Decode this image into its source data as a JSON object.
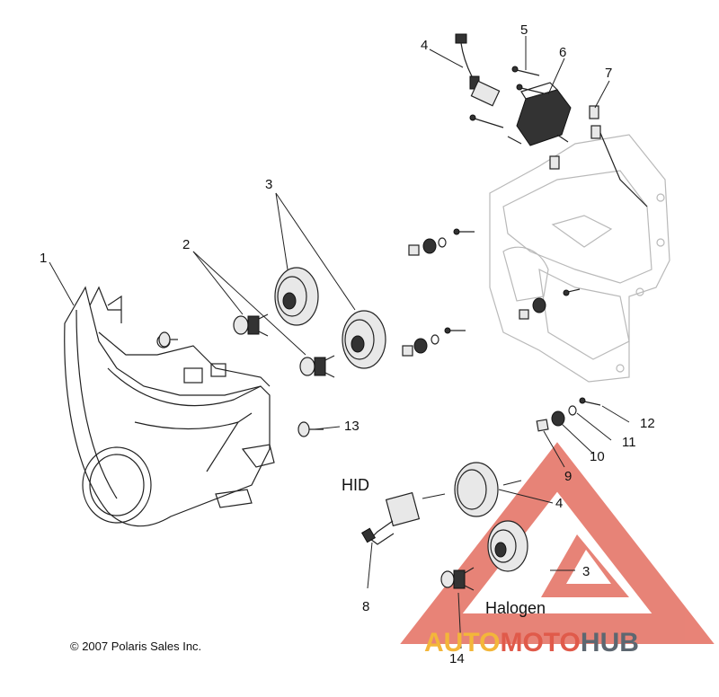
{
  "callouts": {
    "c1": "1",
    "c2": "2",
    "c3a": "3",
    "c3b": "3",
    "c4a": "4",
    "c4b": "4",
    "c5": "5",
    "c6": "6",
    "c7": "7",
    "c8": "8",
    "c9": "9",
    "c10": "10",
    "c11": "11",
    "c12": "12",
    "c13": "13",
    "c14": "14"
  },
  "sections": {
    "hid": "HID",
    "halogen": "Halogen"
  },
  "copyright": "© 2007 Polaris Sales Inc.",
  "watermark": {
    "part1": "AUTO",
    "part2": "MOTO",
    "part3": "HUB"
  },
  "colors": {
    "watermark_red": "#e05a4a",
    "watermark_gold": "#f3b63a",
    "watermark_gray": "#5d6770"
  },
  "icons": [
    "headlight-assembly-icon",
    "bulb-icon",
    "bulb-seal-icon",
    "wire-harness-icon",
    "ballast-icon",
    "bracket-icon",
    "screw-icon",
    "nut-icon",
    "washer-icon",
    "hid-bulb-icon",
    "triangle-logo-icon"
  ]
}
